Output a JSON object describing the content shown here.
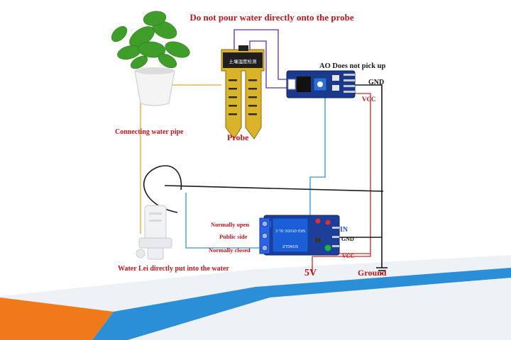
{
  "title_warning": "Do not pour water directly onto the probe",
  "labels": {
    "ao_note": "AO Does not pick up",
    "gnd_sensor": "GND",
    "vcc_sensor": "VCC",
    "connecting_pipe": "Connecting water pipe",
    "probe": "Probe",
    "normally_open": "Normally open",
    "public_side": "Public side",
    "normally_closed": "Normally closed",
    "relay_in": "IN",
    "relay_gnd": "GND",
    "relay_vcc": "VCC",
    "five_v": "5V",
    "ground": "Ground",
    "water_pump": "Water Lei directly put into the water"
  },
  "pcb_text": {
    "probe_board": "土壤湿度检测",
    "relay_top": "SRD-05VDC-SL-C",
    "relay_brand": "SONGLE"
  },
  "colors": {
    "red_label": "#c0161b",
    "wire_yellow": "#e8b84a",
    "wire_purple": "#7b4fc9",
    "wire_blue": "#5aa6e0",
    "wire_red": "#d05050",
    "wire_black": "#1a1a1a",
    "relay_blue": "#1d5bd6",
    "pcb_blue": "#1b3a8c",
    "probe_yellow": "#d9b42a",
    "footer_orange": "#f07a1a",
    "footer_blue": "#2a8fd6"
  },
  "icons": [
    "plant-pot-icon",
    "soil-probe-icon",
    "sensor-board-icon",
    "relay-module-icon",
    "water-pump-icon",
    "ground-symbol-icon"
  ]
}
